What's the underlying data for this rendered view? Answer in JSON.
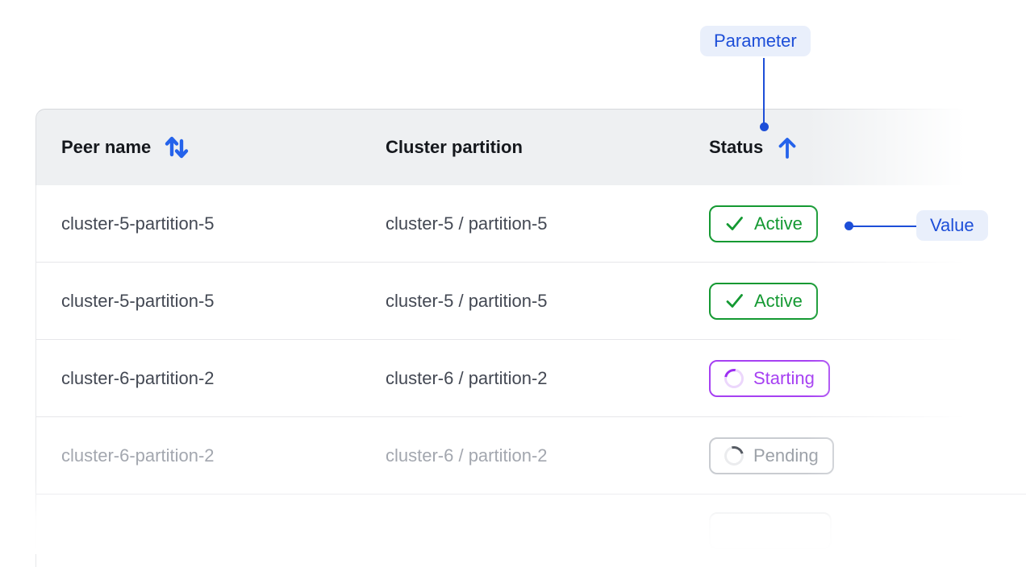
{
  "annotations": {
    "parameter_label": "Parameter",
    "value_label": "Value"
  },
  "table": {
    "columns": [
      {
        "label": "Peer name",
        "sort_icon": "sort-both-icon"
      },
      {
        "label": "Cluster partition",
        "sort_icon": null
      },
      {
        "label": "Status",
        "sort_icon": "sort-ascending-icon"
      }
    ],
    "rows": [
      {
        "peer_name": "cluster-5-partition-5",
        "cluster_partition": "cluster-5 / partition-5",
        "status": "Active"
      },
      {
        "peer_name": "cluster-5-partition-5",
        "cluster_partition": "cluster-5 / partition-5",
        "status": "Active"
      },
      {
        "peer_name": "cluster-6-partition-2",
        "cluster_partition": "cluster-6 / partition-2",
        "status": "Starting"
      },
      {
        "peer_name": "cluster-6-partition-2",
        "cluster_partition": "cluster-6 / partition-2",
        "status": "Pending"
      }
    ]
  },
  "colors": {
    "accent_blue": "#1d4ed8",
    "sort_arrow_blue": "#2563eb",
    "annotation_bg": "#e9effb",
    "status_active_green": "#149932",
    "status_starting_purple": "#a640f2",
    "status_pending_gray": "#9ca1a8",
    "header_bg": "#eef0f2"
  }
}
